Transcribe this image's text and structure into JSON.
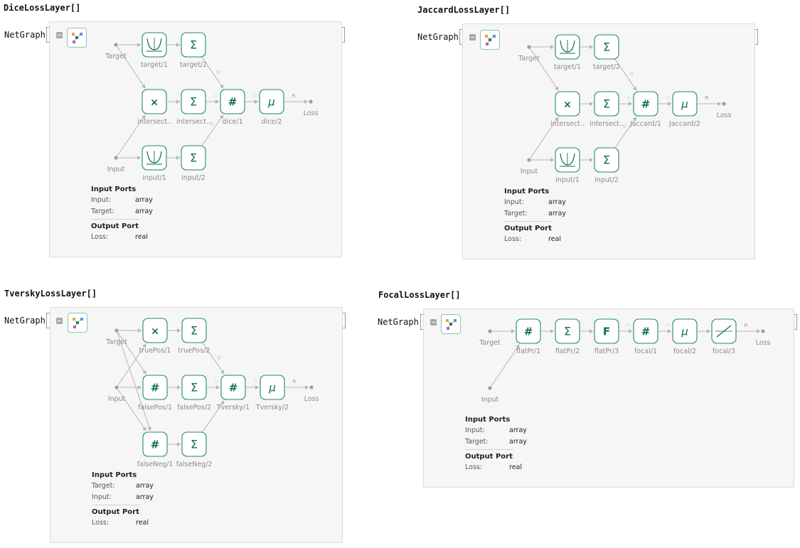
{
  "colors": {
    "node_border": "#1d8c66",
    "node_text": "#0b6e4f",
    "edge": "#b5b5b5",
    "label": "#8a8a8a"
  },
  "panels": [
    {
      "id": "dice",
      "title": "DiceLossLayer[]",
      "head": "NetGraph",
      "ports": {
        "input_header": "Input Ports",
        "inputs": [
          {
            "name": "Input:",
            "type": "array"
          },
          {
            "name": "Target:",
            "type": "array"
          }
        ],
        "output_header": "Output Port",
        "outputs": [
          {
            "name": "Loss:",
            "type": "real"
          }
        ]
      },
      "graph": {
        "points": [
          {
            "id": "t",
            "label": "Target"
          },
          {
            "id": "i",
            "label": "Input"
          },
          {
            "id": "L",
            "label": "Loss"
          }
        ],
        "nodes": [
          {
            "id": "n1",
            "icon": "cup",
            "label": "target/1"
          },
          {
            "id": "n2",
            "icon": "Σ",
            "label": "target/2"
          },
          {
            "id": "n3",
            "icon": "×",
            "label": "intersect.."
          },
          {
            "id": "n4",
            "icon": "Σ",
            "label": "intersect.."
          },
          {
            "id": "n5",
            "icon": "#",
            "label": "dice/1"
          },
          {
            "id": "n6",
            "icon": "μ",
            "label": "dice/2"
          },
          {
            "id": "n7",
            "icon": "cup",
            "label": "input/1"
          },
          {
            "id": "n8",
            "icon": "Σ",
            "label": "input/2"
          }
        ],
        "edge_marks": [
          "◇",
          "::",
          "::",
          "◇",
          "R"
        ]
      }
    },
    {
      "id": "jaccard",
      "title": "JaccardLossLayer[]",
      "head": "NetGraph",
      "ports": {
        "input_header": "Input Ports",
        "inputs": [
          {
            "name": "Input:",
            "type": "array"
          },
          {
            "name": "Target:",
            "type": "array"
          }
        ],
        "output_header": "Output Port",
        "outputs": [
          {
            "name": "Loss:",
            "type": "real"
          }
        ]
      },
      "graph": {
        "points": [
          {
            "id": "t",
            "label": "Target"
          },
          {
            "id": "i",
            "label": "Input"
          },
          {
            "id": "L",
            "label": "Loss"
          }
        ],
        "nodes": [
          {
            "id": "n1",
            "icon": "cup",
            "label": "target/1"
          },
          {
            "id": "n2",
            "icon": "Σ",
            "label": "target/2"
          },
          {
            "id": "n3",
            "icon": "×",
            "label": "intersect.."
          },
          {
            "id": "n4",
            "icon": "Σ",
            "label": "intersect.."
          },
          {
            "id": "n5",
            "icon": "#",
            "label": "Jaccard/1"
          },
          {
            "id": "n6",
            "icon": "μ",
            "label": "Jaccard/2"
          },
          {
            "id": "n7",
            "icon": "cup",
            "label": "input/1"
          },
          {
            "id": "n8",
            "icon": "Σ",
            "label": "input/2"
          }
        ],
        "edge_marks": [
          "◇",
          "::",
          "::",
          "◇",
          "R"
        ]
      }
    },
    {
      "id": "tversky",
      "title": "TverskyLossLayer[]",
      "head": "NetGraph",
      "ports": {
        "input_header": "Input Ports",
        "inputs": [
          {
            "name": "Target:",
            "type": "array"
          },
          {
            "name": "Input:",
            "type": "array"
          }
        ],
        "output_header": "Output Port",
        "outputs": [
          {
            "name": "Loss:",
            "type": "real"
          }
        ]
      },
      "graph": {
        "points": [
          {
            "id": "t",
            "label": "Target"
          },
          {
            "id": "i",
            "label": "Input"
          },
          {
            "id": "L",
            "label": "Loss"
          }
        ],
        "nodes": [
          {
            "id": "n1",
            "icon": "×",
            "label": "truePos/1"
          },
          {
            "id": "n2",
            "icon": "Σ",
            "label": "truePos/2"
          },
          {
            "id": "n3",
            "icon": "#",
            "label": "falsePos/1"
          },
          {
            "id": "n4",
            "icon": "Σ",
            "label": "falsePos/2"
          },
          {
            "id": "n5",
            "icon": "#",
            "label": "Tversky/1"
          },
          {
            "id": "n6",
            "icon": "μ",
            "label": "Tversky/2"
          },
          {
            "id": "n7",
            "icon": "#",
            "label": "falseNeg/1"
          },
          {
            "id": "n8",
            "icon": "Σ",
            "label": "falseNeg/2"
          }
        ],
        "edge_marks": [
          "◇",
          "::",
          "::",
          "R"
        ]
      }
    },
    {
      "id": "focal",
      "title": "FocalLossLayer[]",
      "head": "NetGraph",
      "ports": {
        "input_header": "Input Ports",
        "inputs": [
          {
            "name": "Input:",
            "type": "array"
          },
          {
            "name": "Target:",
            "type": "array"
          }
        ],
        "output_header": "Output Port",
        "outputs": [
          {
            "name": "Loss:",
            "type": "real"
          }
        ]
      },
      "graph": {
        "points": [
          {
            "id": "t",
            "label": "Target"
          },
          {
            "id": "i",
            "label": "Input"
          },
          {
            "id": "L",
            "label": "Loss"
          }
        ],
        "nodes": [
          {
            "id": "n1",
            "icon": "#",
            "label": "flatPr/1"
          },
          {
            "id": "n2",
            "icon": "Σ",
            "label": "flatPr/2"
          },
          {
            "id": "n3",
            "icon": "F",
            "label": "flatPr/3"
          },
          {
            "id": "n4",
            "icon": "#",
            "label": "focal/1"
          },
          {
            "id": "n5",
            "icon": "μ",
            "label": "focal/2"
          },
          {
            "id": "n6",
            "icon": "line",
            "label": "focal/3"
          }
        ],
        "edge_marks": [
          "::",
          "::",
          "R"
        ]
      }
    }
  ]
}
